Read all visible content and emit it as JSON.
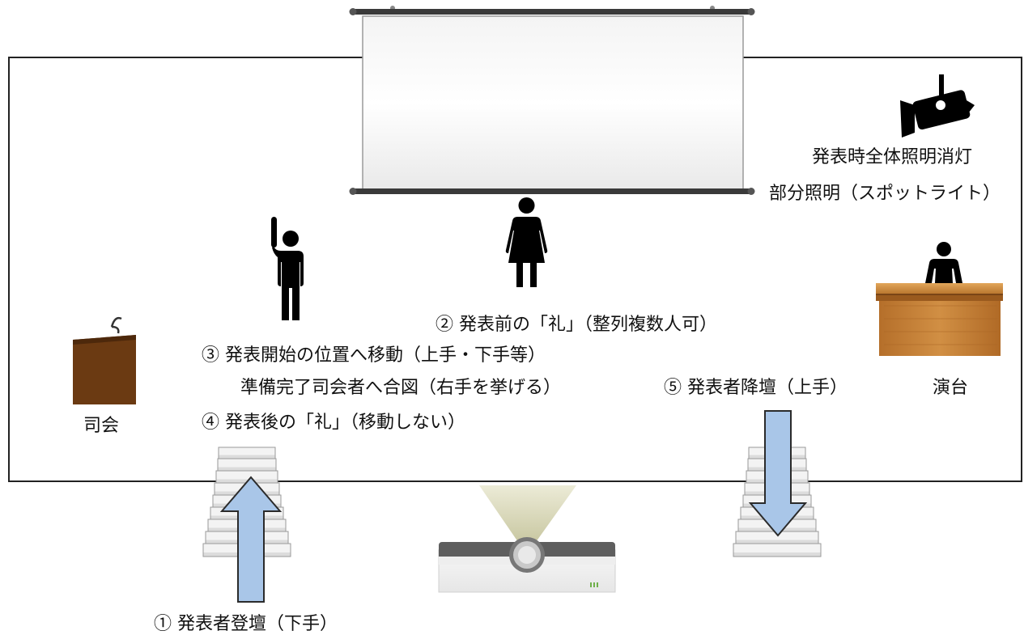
{
  "labels": {
    "lighting_line1": "発表時全体照明消灯",
    "lighting_line2": "部分照明（スポットライト）",
    "step2": "② 発表前の「礼」（整列複数人可）",
    "step3_line1": "③ 発表開始の位置へ移動（上手・下手等）",
    "step3_line2": "準備完了司会者へ合図（右手を挙げる）",
    "step4": "④ 発表後の「礼」（移動しない）",
    "step5": "⑤ 発表者降壇（上手）",
    "podium": "演台",
    "mc": "司会",
    "step1": "① 発表者登壇（下手）"
  },
  "icons": [
    "projection-screen-icon",
    "spotlight-icon",
    "presenter-raising-hand-icon",
    "presenter-bowing-icon",
    "lectern-icon",
    "podium-desk-icon",
    "stairs-icon",
    "arrow-up-icon",
    "arrow-down-icon",
    "projector-icon"
  ],
  "colors": {
    "arrow_fill": "#a9c6e8",
    "arrow_stroke": "#2b2b2b",
    "lectern": "#6b3a12",
    "podium_wood": "#c9883e",
    "figure": "#000000"
  }
}
